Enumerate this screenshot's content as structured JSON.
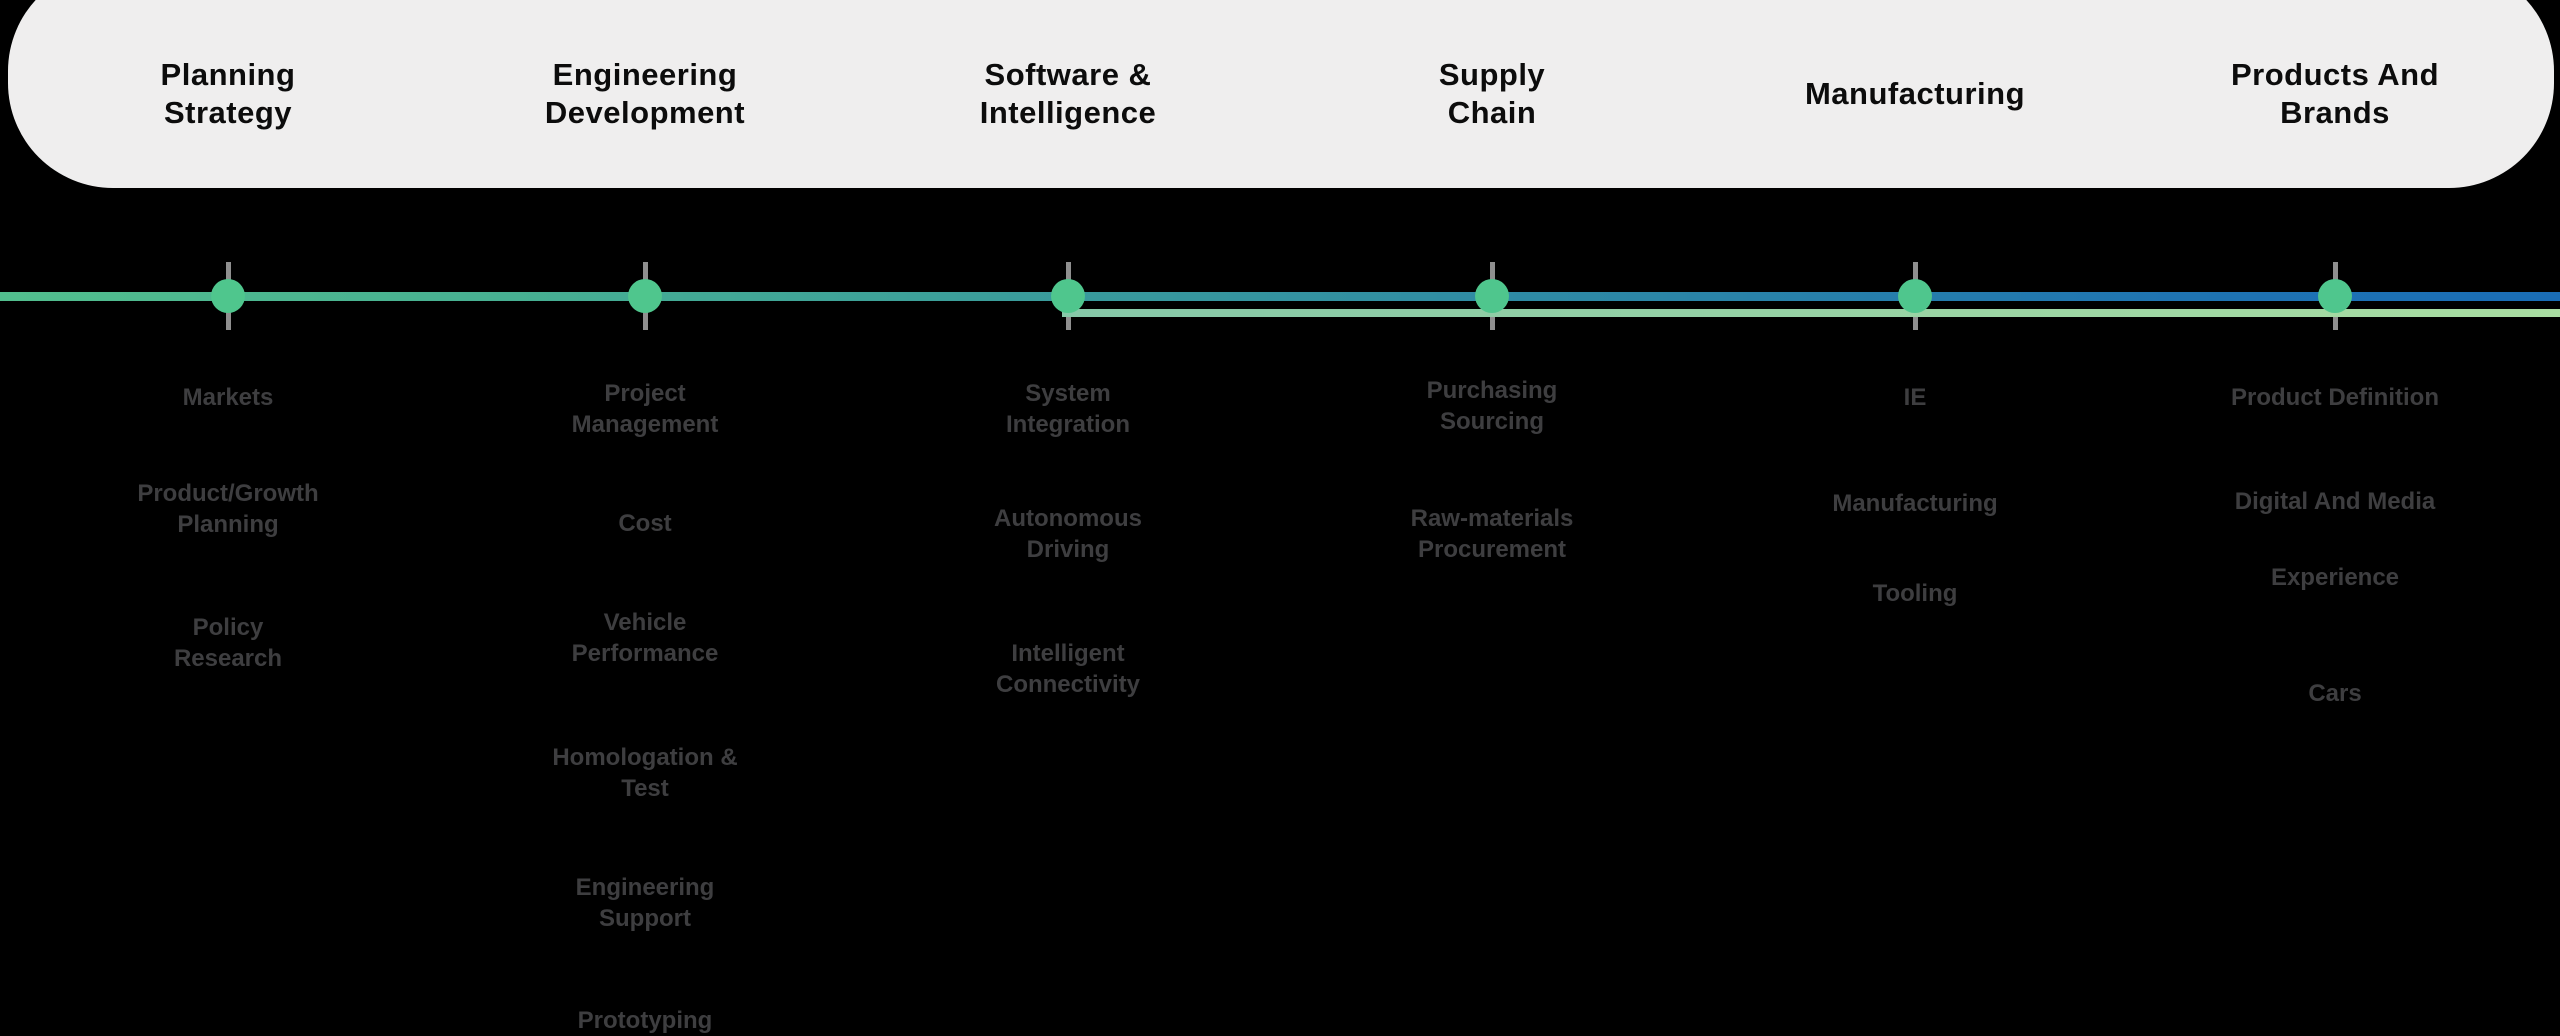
{
  "banner": {
    "background": "#efeeee"
  },
  "timeline": {
    "main_line_gradient": [
      "#52be8e",
      "#3a9c9b",
      "#1a6db6"
    ],
    "secondary_line_gradient": [
      "#86c8a8",
      "#a9dda2"
    ],
    "dot_color": "#4fc68d",
    "stem_color": "#8f8f8f"
  },
  "columns": [
    {
      "title": "Planning\nStrategy",
      "items": [
        "Markets",
        "Product/Growth\nPlanning",
        "Policy\nResearch"
      ]
    },
    {
      "title": "Engineering\nDevelopment",
      "items": [
        "Project\nManagement",
        "Cost",
        "Vehicle\nPerformance",
        "Homologation &\nTest",
        "Engineering\nSupport",
        "Prototyping"
      ]
    },
    {
      "title": "Software &\nIntelligence",
      "items": [
        "System\nIntegration",
        "Autonomous\nDriving",
        "Intelligent\nConnectivity"
      ]
    },
    {
      "title": "Supply\nChain",
      "items": [
        "Purchasing\nSourcing",
        "Raw-materials\nProcurement"
      ]
    },
    {
      "title": "Manufacturing",
      "items": [
        "IE",
        "Manufacturing",
        "Tooling"
      ]
    },
    {
      "title": "Products And\nBrands",
      "items": [
        "Product Definition",
        "Digital And Media",
        "Experience",
        "Cars"
      ]
    }
  ]
}
